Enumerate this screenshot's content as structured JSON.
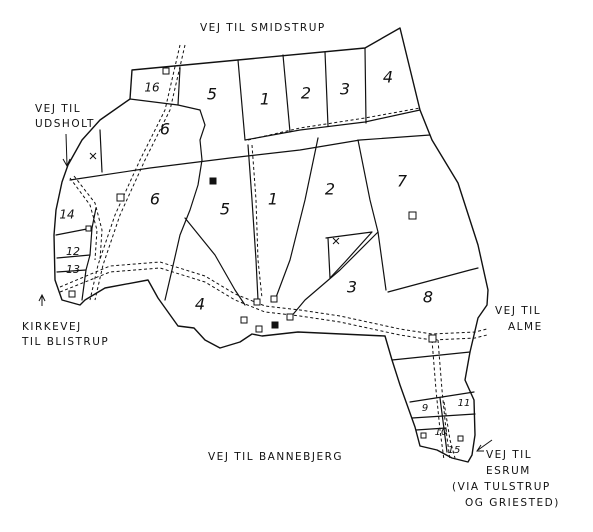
{
  "road_labels": {
    "smidstrup": "VEJ TIL SMIDSTRUP",
    "udsholt_1": "VEJ TIL",
    "udsholt_2": "UDSHOLT",
    "kirkevej_1": "KIRKEVEJ",
    "kirkevej_2": "TIL BLISTRUP",
    "alme_1": "VEJ TIL",
    "alme_2": "ALME",
    "bannebjerg": "VEJ TIL BANNEBJERG",
    "esrum_1": "VEJ TIL",
    "esrum_2": "ESRUM",
    "esrum_3": "(VIA TULSTRUP",
    "esrum_4": "OG GRIESTED)"
  },
  "parcels": {
    "p16": "16",
    "p5_top": "5",
    "p1_top": "1",
    "p2_top": "2",
    "p3_top": "3",
    "p4_top": "4",
    "p6_upper": "6",
    "p6_lower": "6",
    "p5_mid": "5",
    "p1_mid": "1",
    "p2_mid": "2",
    "p7": "7",
    "p14": "14",
    "p12": "12",
    "p13": "13",
    "p4_low": "4",
    "p3_low": "3",
    "p8": "8",
    "p9": "9",
    "p10": "10",
    "p11": "11",
    "p15": "15"
  }
}
